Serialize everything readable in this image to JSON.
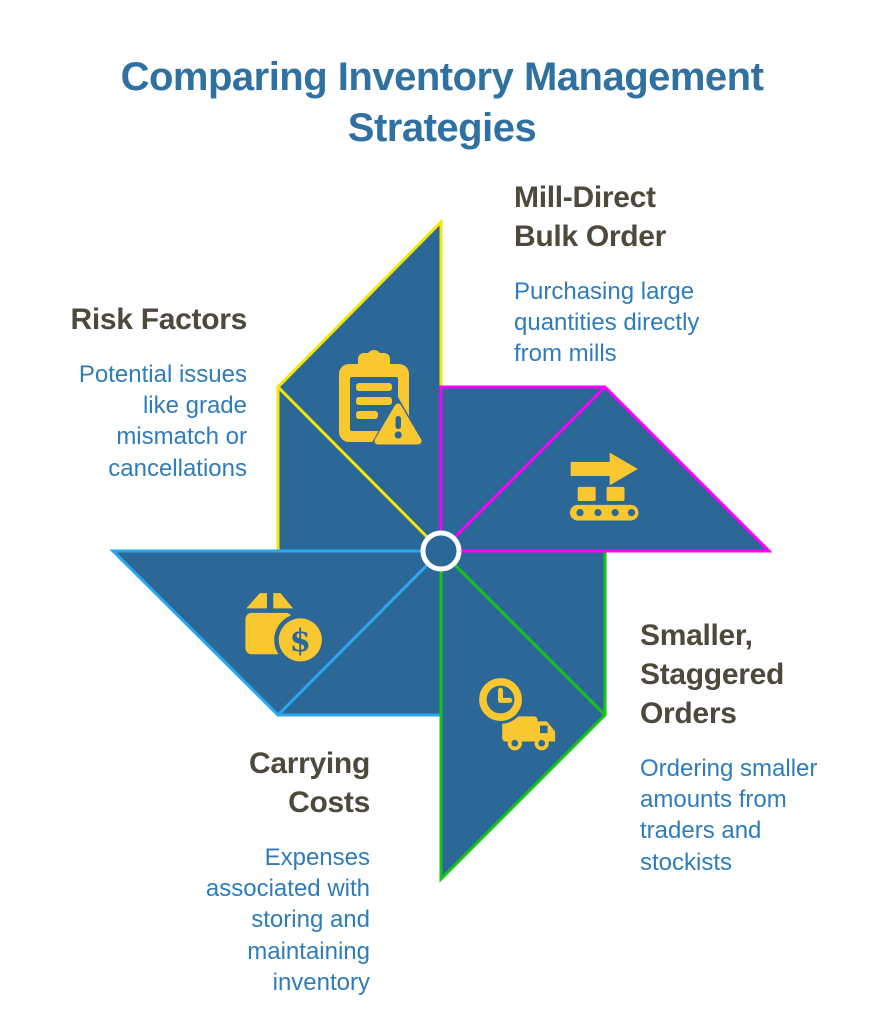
{
  "title": "Comparing Inventory Management\nStrategies",
  "colors": {
    "background": "#ffffff",
    "title": "#2F71A1",
    "heading": "#4D493C",
    "body": "#2F7CBB",
    "blade_fill": "#2B6897",
    "line_yellow": "#F5E606",
    "line_magenta": "#FB00FB",
    "line_cyan": "#29A7F2",
    "line_green": "#16C516",
    "icon_yellow": "#F9C72F",
    "hub_ring": "#ffffff"
  },
  "sections": {
    "mill_direct": {
      "heading": "Mill-Direct\nBulk Order",
      "body": "Purchasing large\nquantities directly\nfrom mills",
      "icon": "conveyor-arrow-icon",
      "blade_color": "magenta"
    },
    "risk_factors": {
      "heading": "Risk Factors",
      "body": "Potential issues\nlike grade\nmismatch or\ncancellations",
      "icon": "clipboard-warning-icon",
      "blade_color": "yellow"
    },
    "staggered_orders": {
      "heading": "Smaller,\nStaggered\nOrders",
      "body": "Ordering smaller\namounts from\ntraders and\nstockists",
      "icon": "truck-clock-icon",
      "blade_color": "green"
    },
    "carrying_costs": {
      "heading": "Carrying\nCosts",
      "body": "Expenses\nassociated with\nstoring and\nmaintaining\ninventory",
      "icon": "package-dollar-icon",
      "blade_color": "cyan"
    }
  },
  "icons": {
    "coin_symbol": "$"
  }
}
